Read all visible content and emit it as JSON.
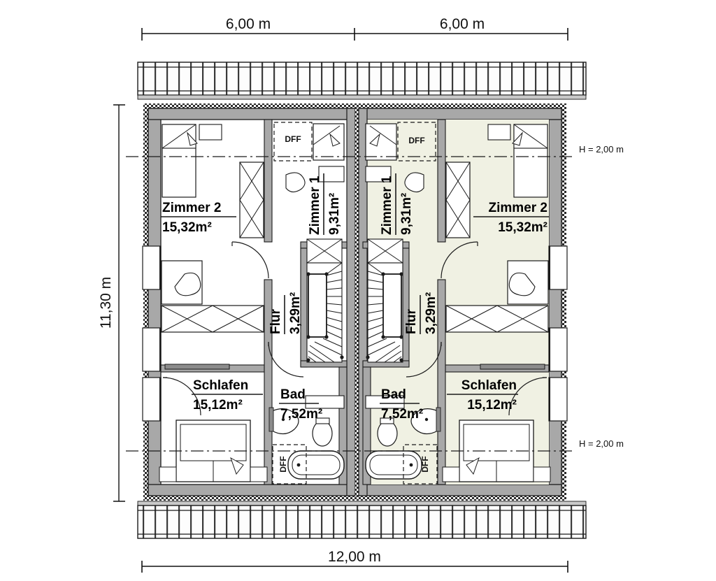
{
  "plan": {
    "title": "Dachgeschoss Grundriss Doppelhaus",
    "colors": {
      "wall_fill": "#a8a8a8",
      "room_fill_left": "#ffffff",
      "room_fill_right": "#f0f1e3",
      "line": "#1a1a1a",
      "roof_fill": "#fdfdfd",
      "hatch": "#2a2a2a"
    }
  },
  "dimensions": {
    "top": [
      {
        "label": "6,00 m"
      },
      {
        "label": "6,00 m"
      }
    ],
    "left": {
      "label": "11,30 m"
    },
    "bottom": {
      "label": "12,00 m"
    }
  },
  "height_marks": [
    {
      "label": "H = 2,00 m"
    },
    {
      "label": "H = 2,00 m"
    }
  ],
  "units": [
    {
      "side": "left",
      "rooms": [
        {
          "key": "zimmer2",
          "name": "Zimmer 2",
          "area": "15,32m²",
          "rotated": false
        },
        {
          "key": "zimmer1",
          "name": "Zimmer 1",
          "area": "9,31m²",
          "rotated": true
        },
        {
          "key": "flur",
          "name": "Flur",
          "area": "3,29m²",
          "rotated": true
        },
        {
          "key": "schlafen",
          "name": "Schlafen",
          "area": "15,12m²",
          "rotated": false
        },
        {
          "key": "bad",
          "name": "Bad",
          "area": "7,52m²",
          "rotated": false
        }
      ]
    },
    {
      "side": "right",
      "rooms": [
        {
          "key": "zimmer2",
          "name": "Zimmer 2",
          "area": "15,32m²",
          "rotated": false
        },
        {
          "key": "zimmer1",
          "name": "Zimmer 1",
          "area": "9,31m²",
          "rotated": true
        },
        {
          "key": "flur",
          "name": "Flur",
          "area": "3,29m²",
          "rotated": true
        },
        {
          "key": "schlafen",
          "name": "Schlafen",
          "area": "15,12m²",
          "rotated": false
        },
        {
          "key": "bad",
          "name": "Bad",
          "area": "7,52m²",
          "rotated": false
        }
      ]
    }
  ],
  "roof_windows": [
    {
      "label": "DFF",
      "rotated": false
    },
    {
      "label": "DFF",
      "rotated": false
    },
    {
      "label": "DFF",
      "rotated": true
    },
    {
      "label": "DFF",
      "rotated": true
    }
  ]
}
